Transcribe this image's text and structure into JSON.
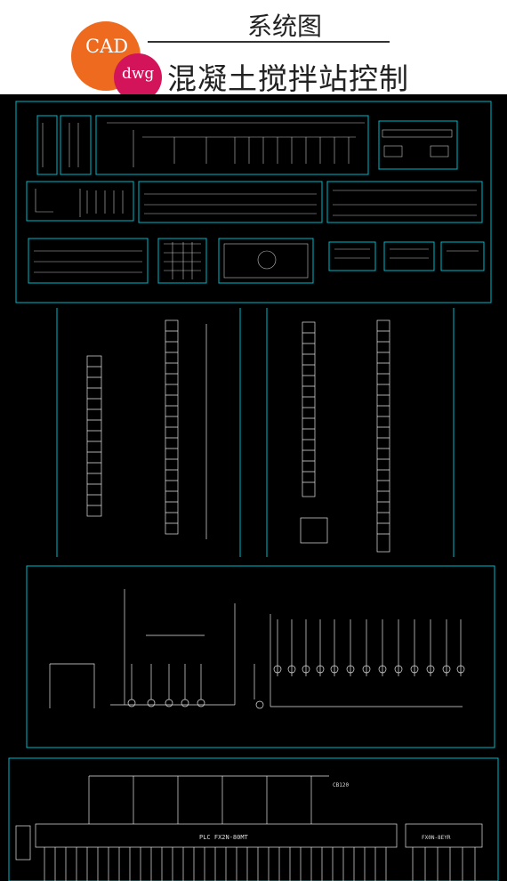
{
  "header": {
    "badge_cad": "CAD",
    "badge_dwg": "dwg",
    "title": "系统图",
    "subtitle": "混凝土搅拌站控制"
  },
  "drawing": {
    "plc_label": "PLC   FX2N-80MT",
    "ext_label": "FX0N-8EYR",
    "cb_label": "CB120"
  },
  "colors": {
    "frame": "#00b8c8",
    "line": "#e8e8e8",
    "background": "#000000"
  }
}
